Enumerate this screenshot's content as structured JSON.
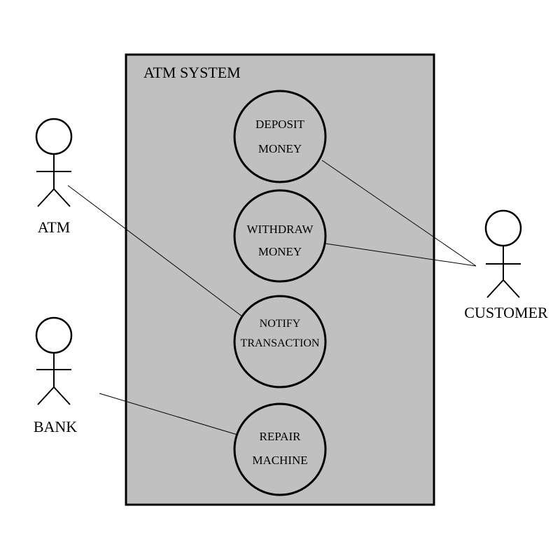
{
  "system": {
    "title": "ATM SYSTEM"
  },
  "use_cases": {
    "deposit": {
      "line1": "DEPOSIT",
      "line2": "MONEY"
    },
    "withdraw": {
      "line1": "WITHDRAW",
      "line2": "MONEY"
    },
    "notify": {
      "line1": "NOTIFY",
      "line2": "TRANSACTION"
    },
    "repair": {
      "line1": "REPAIR",
      "line2": "MACHINE"
    }
  },
  "actors": {
    "atm": {
      "label": "ATM"
    },
    "bank": {
      "label": "BANK"
    },
    "customer": {
      "label": "CUSTOMER"
    }
  },
  "associations": [
    {
      "actor": "ATM",
      "use_case": "NOTIFY TRANSACTION"
    },
    {
      "actor": "BANK",
      "use_case": "REPAIR MACHINE"
    },
    {
      "actor": "CUSTOMER",
      "use_case": "DEPOSIT MONEY"
    },
    {
      "actor": "CUSTOMER",
      "use_case": "WITHDRAW MONEY"
    }
  ],
  "colors": {
    "system_fill": "#c0c0c0",
    "stroke": "#000000",
    "background": "#ffffff"
  }
}
